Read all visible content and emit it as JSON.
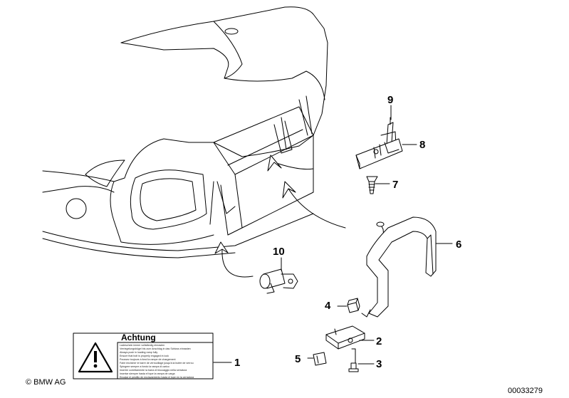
{
  "callouts": [
    {
      "id": "1",
      "label": "1"
    },
    {
      "id": "2",
      "label": "2"
    },
    {
      "id": "3",
      "label": "3"
    },
    {
      "id": "4",
      "label": "4"
    },
    {
      "id": "5",
      "label": "5"
    },
    {
      "id": "6",
      "label": "6"
    },
    {
      "id": "7",
      "label": "7"
    },
    {
      "id": "8",
      "label": "8"
    },
    {
      "id": "9",
      "label": "9"
    },
    {
      "id": "10",
      "label": "10"
    }
  ],
  "warning_label": {
    "heading": "Achtung",
    "lines": [
      "Ladeschein immer vollständig einrasten",
      "Verriegelungsbügel bis zum Anschlag in das Schloss einrasten",
      "Always push in loading ramp fully",
      "Ensure that bolt is properly engaged in lock",
      "Poussez toujours à fond la rampe de chargement",
      "Faire enclicher le barre de verrouillage jusqu'à la butée de verrou",
      "Spingere sempre a fondo la rampa di carico",
      "Inserire correttamente la barra di bloccaggio nella serratura",
      "Insertar siempre hasta el tope la rampa de carga",
      "Encajar el pestillo de enclavamiento hasta el tope en la cerradura"
    ]
  },
  "copyright": "© BMW AG",
  "diagram_number": "00033279"
}
